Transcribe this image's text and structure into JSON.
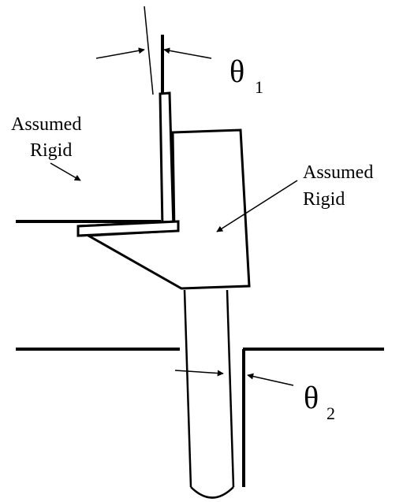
{
  "labels": {
    "assumed_rigid_left_line1": "Assumed",
    "assumed_rigid_left_line2": "Rigid",
    "assumed_rigid_right_line1": "Assumed",
    "assumed_rigid_right_line2": "Rigid",
    "theta1_symbol": "θ",
    "theta1_subscript": "1",
    "theta2_symbol": "θ",
    "theta2_subscript": "2"
  },
  "colors": {
    "ink": "#000000",
    "background": "#ffffff"
  }
}
